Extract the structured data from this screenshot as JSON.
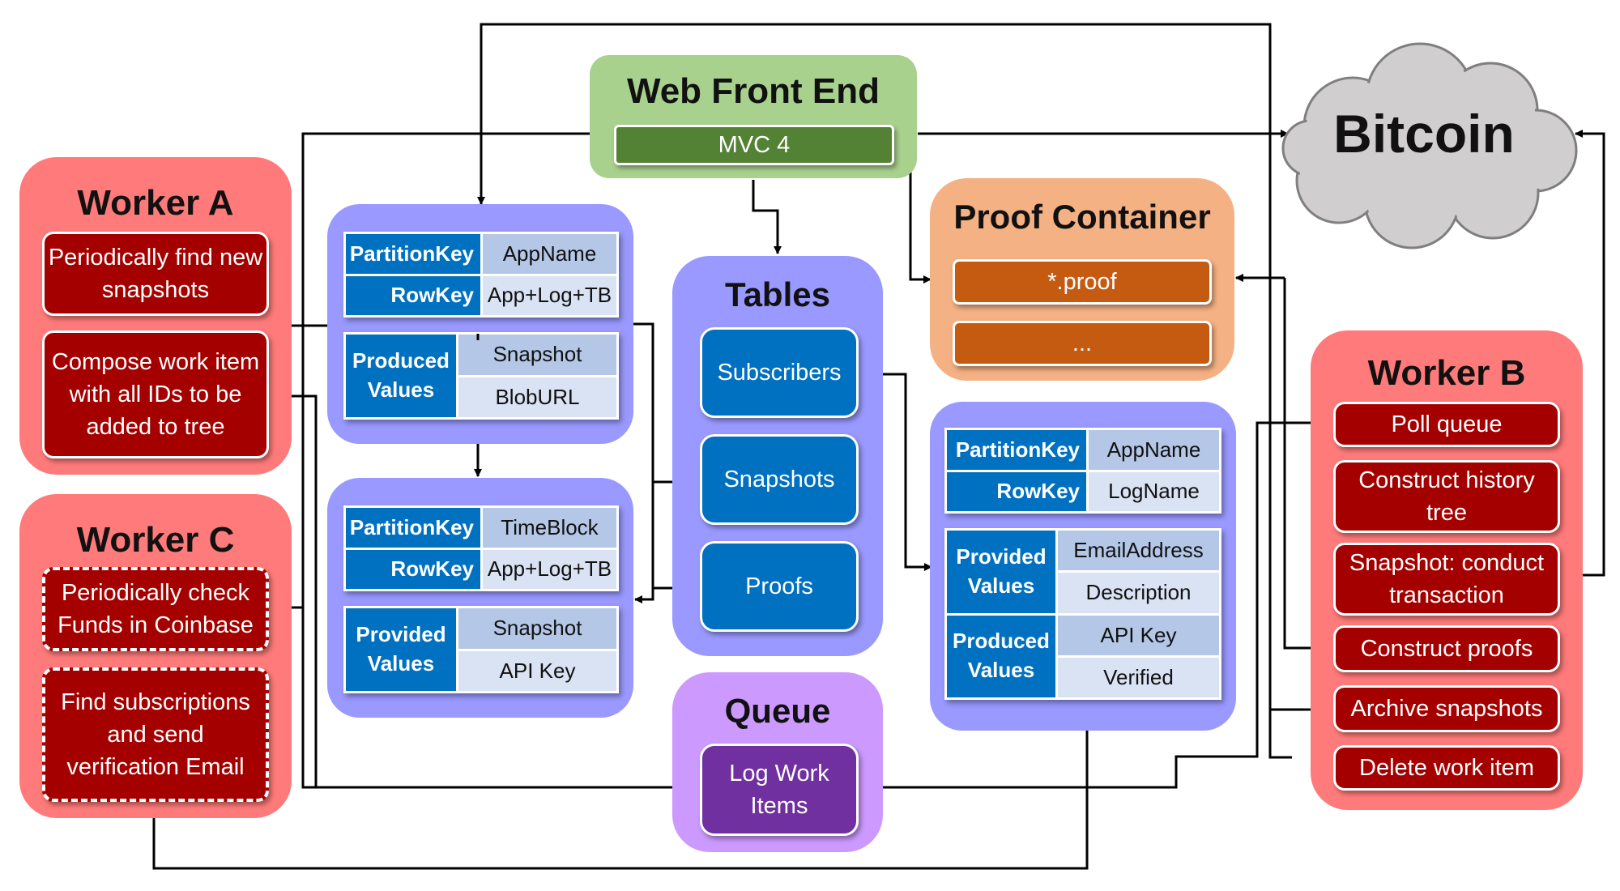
{
  "web_front_end": {
    "title": "Web Front End",
    "framework": "MVC 4"
  },
  "bitcoin": {
    "label": "Bitcoin"
  },
  "proof_container": {
    "title": "Proof Container",
    "items": [
      "*.proof",
      "..."
    ]
  },
  "tables": {
    "title": "Tables",
    "items": [
      "Subscribers",
      "Snapshots",
      "Proofs"
    ]
  },
  "queue": {
    "title": "Queue",
    "item": "Log Work Items"
  },
  "worker_a": {
    "title": "Worker A",
    "tasks": [
      "Periodically find new snapshots",
      "Compose work item with all IDs to be added to tree"
    ]
  },
  "worker_b": {
    "title": "Worker B",
    "tasks": [
      "Poll queue",
      "Construct history tree",
      "Snapshot: conduct transaction",
      "Construct proofs",
      "Archive snapshots",
      "Delete work item"
    ]
  },
  "worker_c": {
    "title": "Worker C",
    "tasks": [
      "Periodically check Funds in Coinbase",
      "Find subscriptions and send verification Email"
    ]
  },
  "snapshots_entity": {
    "partition_key_label": "PartitionKey",
    "partition_key_value": "AppName",
    "row_key_label": "RowKey",
    "row_key_value": "App+Log+TB",
    "values_label": "Produced Values",
    "values": [
      "Snapshot",
      "BlobURL"
    ]
  },
  "proofs_entity": {
    "partition_key_label": "PartitionKey",
    "partition_key_value": "TimeBlock",
    "row_key_label": "RowKey",
    "row_key_value": "App+Log+TB",
    "values_label": "Provided Values",
    "values": [
      "Snapshot",
      "API Key"
    ]
  },
  "subscribers_entity": {
    "partition_key_label": "PartitionKey",
    "partition_key_value": "AppName",
    "row_key_label": "RowKey",
    "row_key_value": "LogName",
    "provided_label": "Provided Values",
    "provided": [
      "EmailAddress",
      "Description"
    ],
    "produced_label": "Produced Values",
    "produced": [
      "API Key",
      "Verified"
    ]
  },
  "colors": {
    "worker": "#ff7a7a",
    "worker_task": "#a50000",
    "web_front_end": "#a9d18e",
    "mvc": "#548235",
    "proof_container": "#f4b183",
    "proof_item": "#c55a11",
    "tables": "#9999ff",
    "table_item": "#0070c0",
    "queue": "#cc99ff",
    "queue_item": "#7030a0",
    "cloud": "#d0cece",
    "key_cell": "#0070c0",
    "value_cell_dark": "#b4c7e7",
    "value_cell_light": "#dae3f3"
  }
}
